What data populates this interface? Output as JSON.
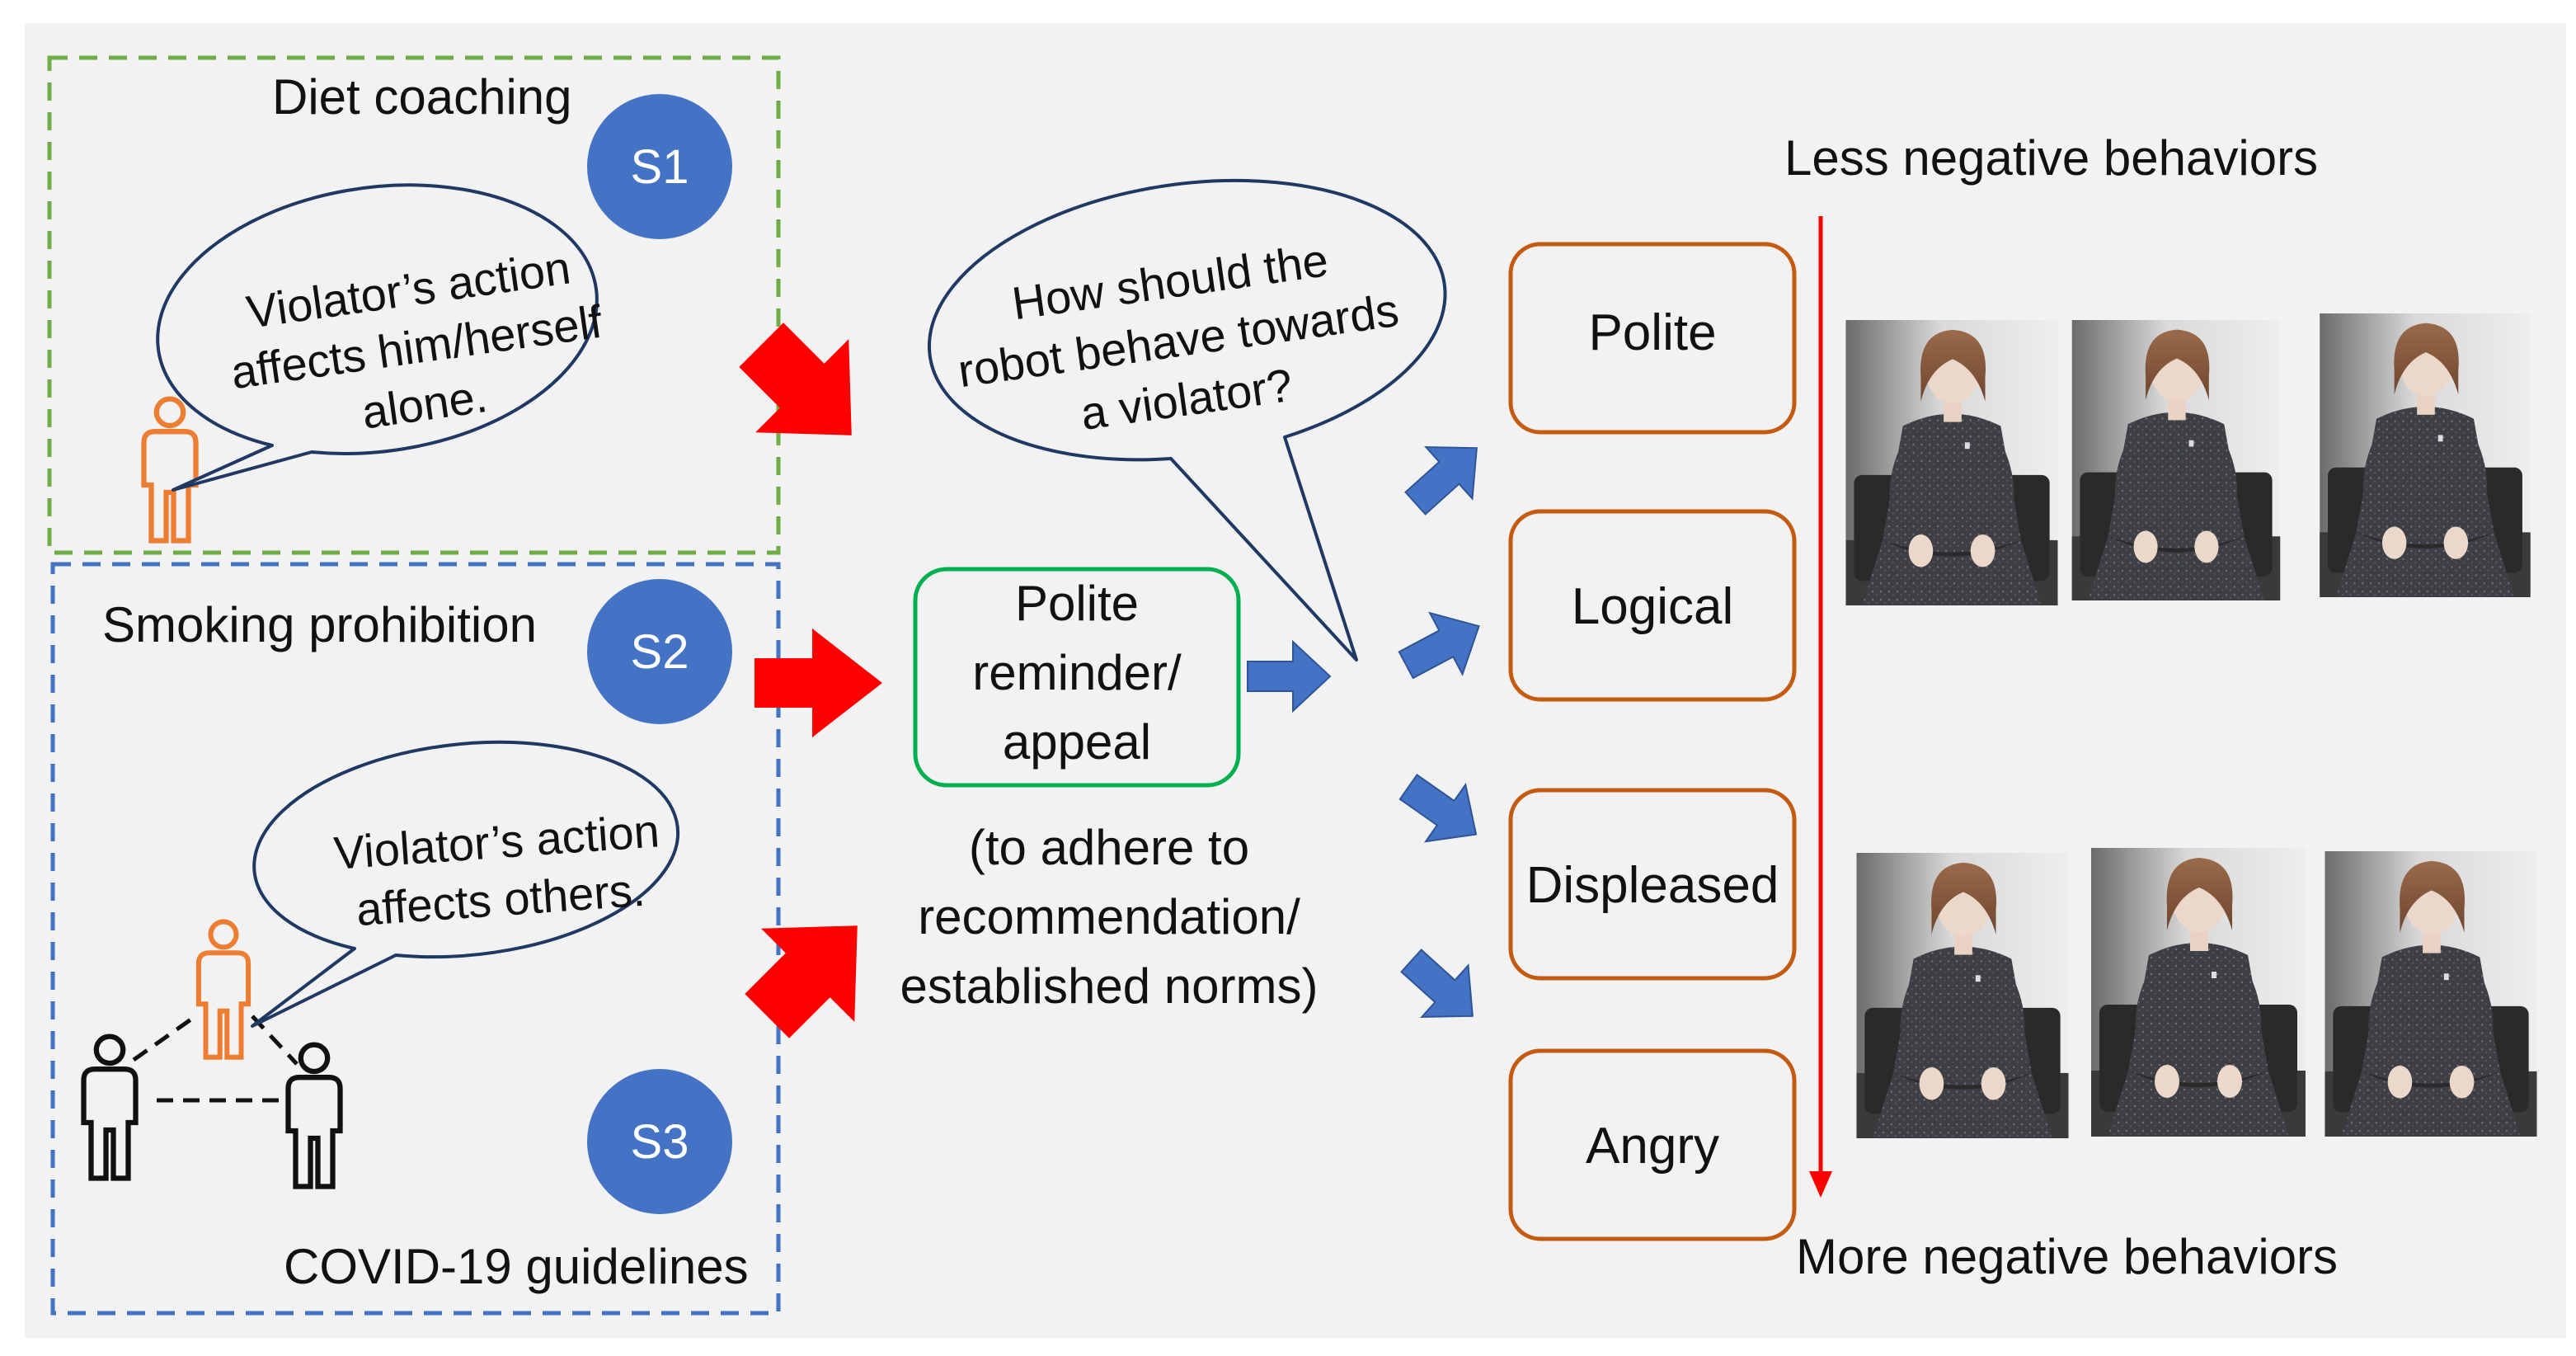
{
  "scenarios": {
    "s1": {
      "badge": "S1",
      "title": "Diet coaching",
      "bubble_lines": [
        "Violator’s action",
        "affects him/herself",
        "alone."
      ]
    },
    "s2": {
      "badge": "S2",
      "title": "Smoking prohibition"
    },
    "s3": {
      "badge": "S3",
      "title": "COVID-19 guidelines",
      "bubble_lines": [
        "Violator’s action",
        "affects others."
      ]
    }
  },
  "reminder": {
    "box_lines": [
      "Polite",
      "reminder/",
      "appeal"
    ],
    "note_lines": [
      "(to adhere to",
      "recommendation/",
      "established norms)"
    ]
  },
  "question_lines": [
    "How should the",
    "robot behave towards",
    "a violator?"
  ],
  "behaviors": [
    "Polite",
    "Logical",
    "Displeased",
    "Angry"
  ],
  "scale": {
    "top_label": "Less negative behaviors",
    "bottom_label": "More negative behaviors"
  },
  "photos": {
    "top_row_count": 3,
    "bottom_row_count": 3
  },
  "colors": {
    "background": "#f2f2f2",
    "green_dash": "#70ad47",
    "blue_dash": "#4472c4",
    "badge": "#4472c4",
    "red_arrow": "#ff0000",
    "blue_arrow": "#4472c4",
    "orange": "#c55a11",
    "person_orange": "#ed7d31",
    "green_box": "#00b050",
    "bubble_border": "#203864"
  }
}
